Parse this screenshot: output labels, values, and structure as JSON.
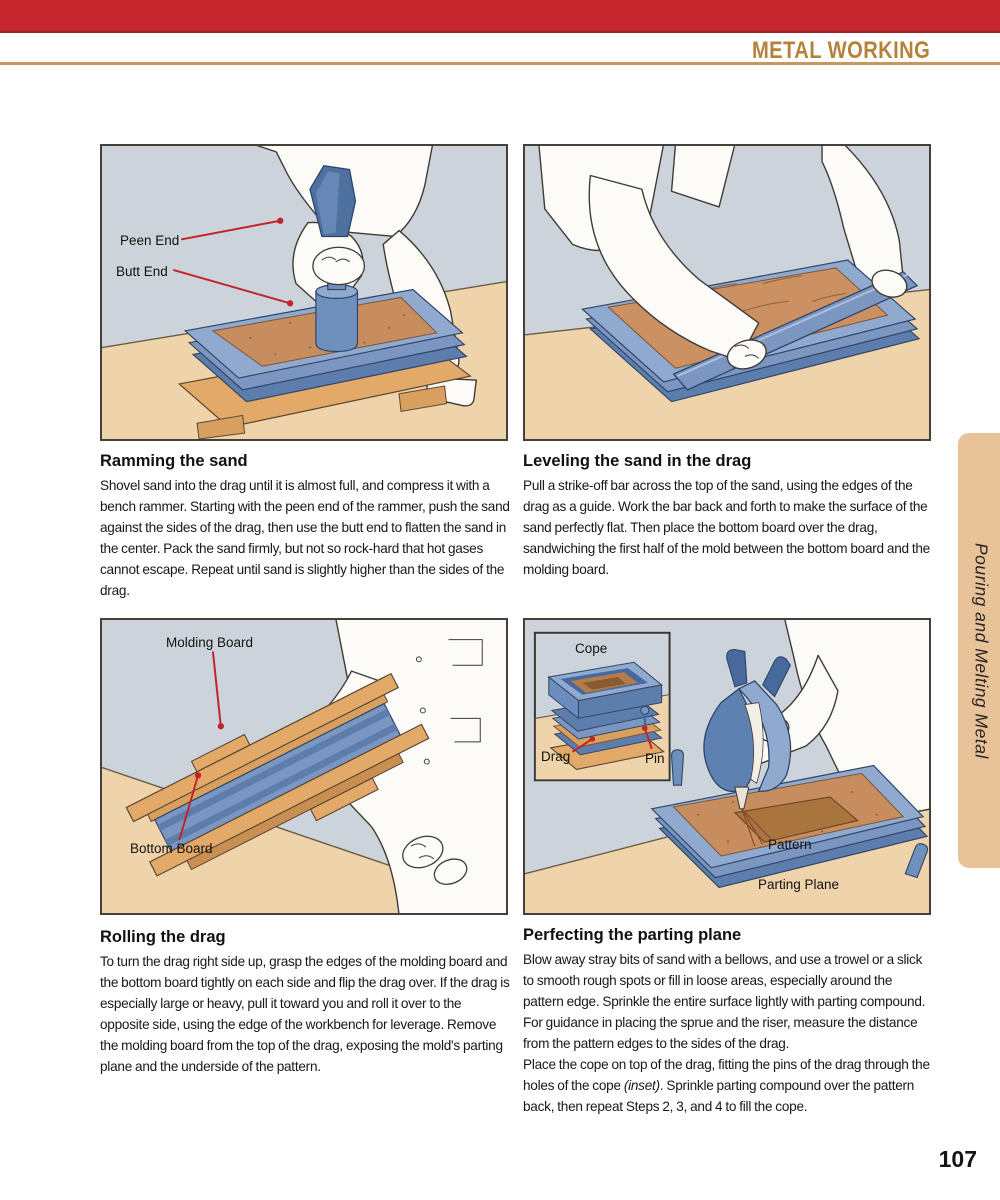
{
  "header": {
    "title": "METAL WORKING"
  },
  "side_tab": {
    "label": "Pouring and Melting Metal"
  },
  "page_number": "107",
  "colors": {
    "header_bar_red": "#c5262e",
    "rule_gold": "#c49760",
    "title_gold": "#b5823c",
    "tab_bg": "#e8c399",
    "leader_red": "#c4232b",
    "panel_sky": "#ccd3da",
    "flask_blue": "#7b97c1",
    "sand_brown": "#c88d5f",
    "wood_orange": "#e2a968"
  },
  "steps": [
    {
      "title": "Ramming the sand",
      "body": "Shovel sand into the drag until it is almost full, and compress it with a bench rammer. Starting with the peen end of the rammer, push the sand against the sides of the drag, then use the butt end to flatten the sand in the center. Pack the sand firmly, but not so rock-hard that hot gases cannot escape. Repeat until sand is slightly higher than the sides of the drag.",
      "labels": {
        "peen_end": "Peen End",
        "butt_end": "Butt End"
      }
    },
    {
      "title": "Leveling the sand in the drag",
      "body": "Pull a strike-off bar across the top of the sand, using the edges of the drag as a guide. Work the bar back and forth to make the surface of the sand perfectly flat. Then place the bottom board over the drag, sandwiching the first half of the mold between the bottom board and the molding board."
    },
    {
      "title": "Rolling the drag",
      "body": "To turn the drag right side up, grasp the edges of the molding board and the bottom board tightly on each side and flip the drag over. If the drag is especially large or heavy, pull it toward you and roll it over to the opposite side, using the edge of the workbench for leverage. Remove the molding board from the top of the drag, exposing the mold's parting plane and the underside of the pattern.",
      "labels": {
        "molding_board": "Molding Board",
        "bottom_board": "Bottom Board"
      }
    },
    {
      "title": "Perfecting the parting plane",
      "body_p1": "Blow away stray bits of sand with a bellows, and use a trowel or a slick to smooth rough spots or fill in loose areas, especially around the pattern edge. Sprinkle the entire surface lightly with parting compound. For guidance in placing the sprue and the riser, measure the distance from the pattern edges to the sides of the drag.",
      "body_p2_pre": "Place the cope on top of the drag, fitting the pins of the drag through the holes of the cope ",
      "body_p2_italic": "(inset)",
      "body_p2_post": ". Sprinkle parting compound over the pattern back, then repeat Steps 2, 3, and 4 to fill the cope.",
      "labels": {
        "cope": "Cope",
        "drag": "Drag",
        "pin": "Pin",
        "pattern": "Pattern",
        "parting_plane": "Parting Plane"
      }
    }
  ]
}
